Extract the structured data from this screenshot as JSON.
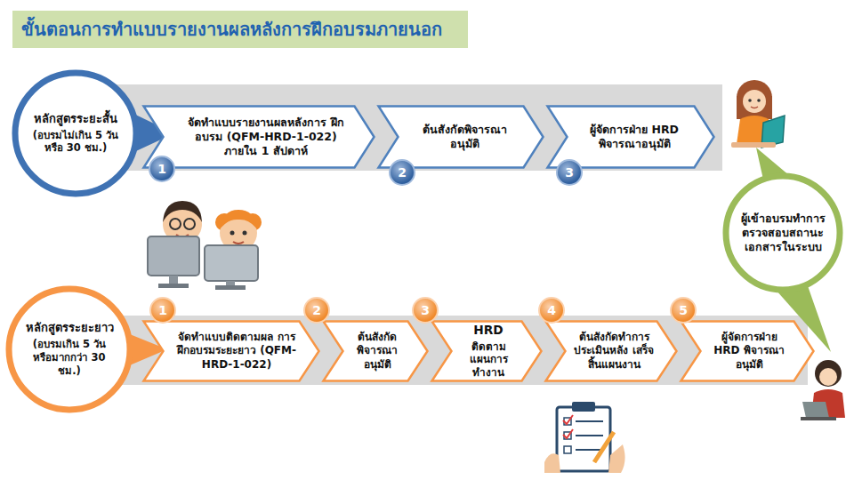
{
  "diagram": {
    "title": "ขั้นตอนการทำแบบรายงานผลหลังการฝึกอบรมภายนอก",
    "nodes": [
      {
        "text": [
          "หลักสูตรระยะสั้น",
          "(อบรมไม่เกิน 5 วัน หรือ 30 ชม.)"
        ]
      },
      {
        "text": [
          "จัดทำแบบรายงานผลหลังการ ฝึกอบรม (QFM-HRD-1-022) ภายใน 1 สัปดาห์"
        ]
      },
      {
        "text": [
          "ต้นสังกัดพิจารณา อนุมัติ"
        ]
      },
      {
        "text": [
          "ผู้จัดการฝ่าย HRD พิจารณาอนุมัติ"
        ]
      },
      {
        "text": [
          "ผู้เข้าอบรมทำการ ตรวจสอบสถานะ เอกสารในระบบ"
        ]
      },
      {
        "text": [
          "หลักสูตรระยะยาว",
          "(อบรมเกิน 5 วัน หรือมากกว่า 30 ชม.)"
        ]
      },
      {
        "text": [
          "จัดทำแบบติดตามผล การฝึกอบรมระยะยาว (QFM-HRD-1-022)"
        ]
      },
      {
        "text": [
          "ต้นสังกัด พิจารณา อนุมัติ"
        ]
      },
      {
        "text": [
          "HRD",
          "ติดตาม แผนการทำงาน"
        ]
      },
      {
        "text": [
          "ต้นสังกัดทำการ ประเมินหลัง เสร็จสิ้นแผนงาน"
        ]
      },
      {
        "text": [
          "ผู้จัดการฝ่าย HRD พิจารณา อนุมัติ"
        ]
      }
    ],
    "labels": [
      "1",
      "2",
      "3",
      "1",
      "2",
      "3",
      "4",
      "5"
    ]
  }
}
